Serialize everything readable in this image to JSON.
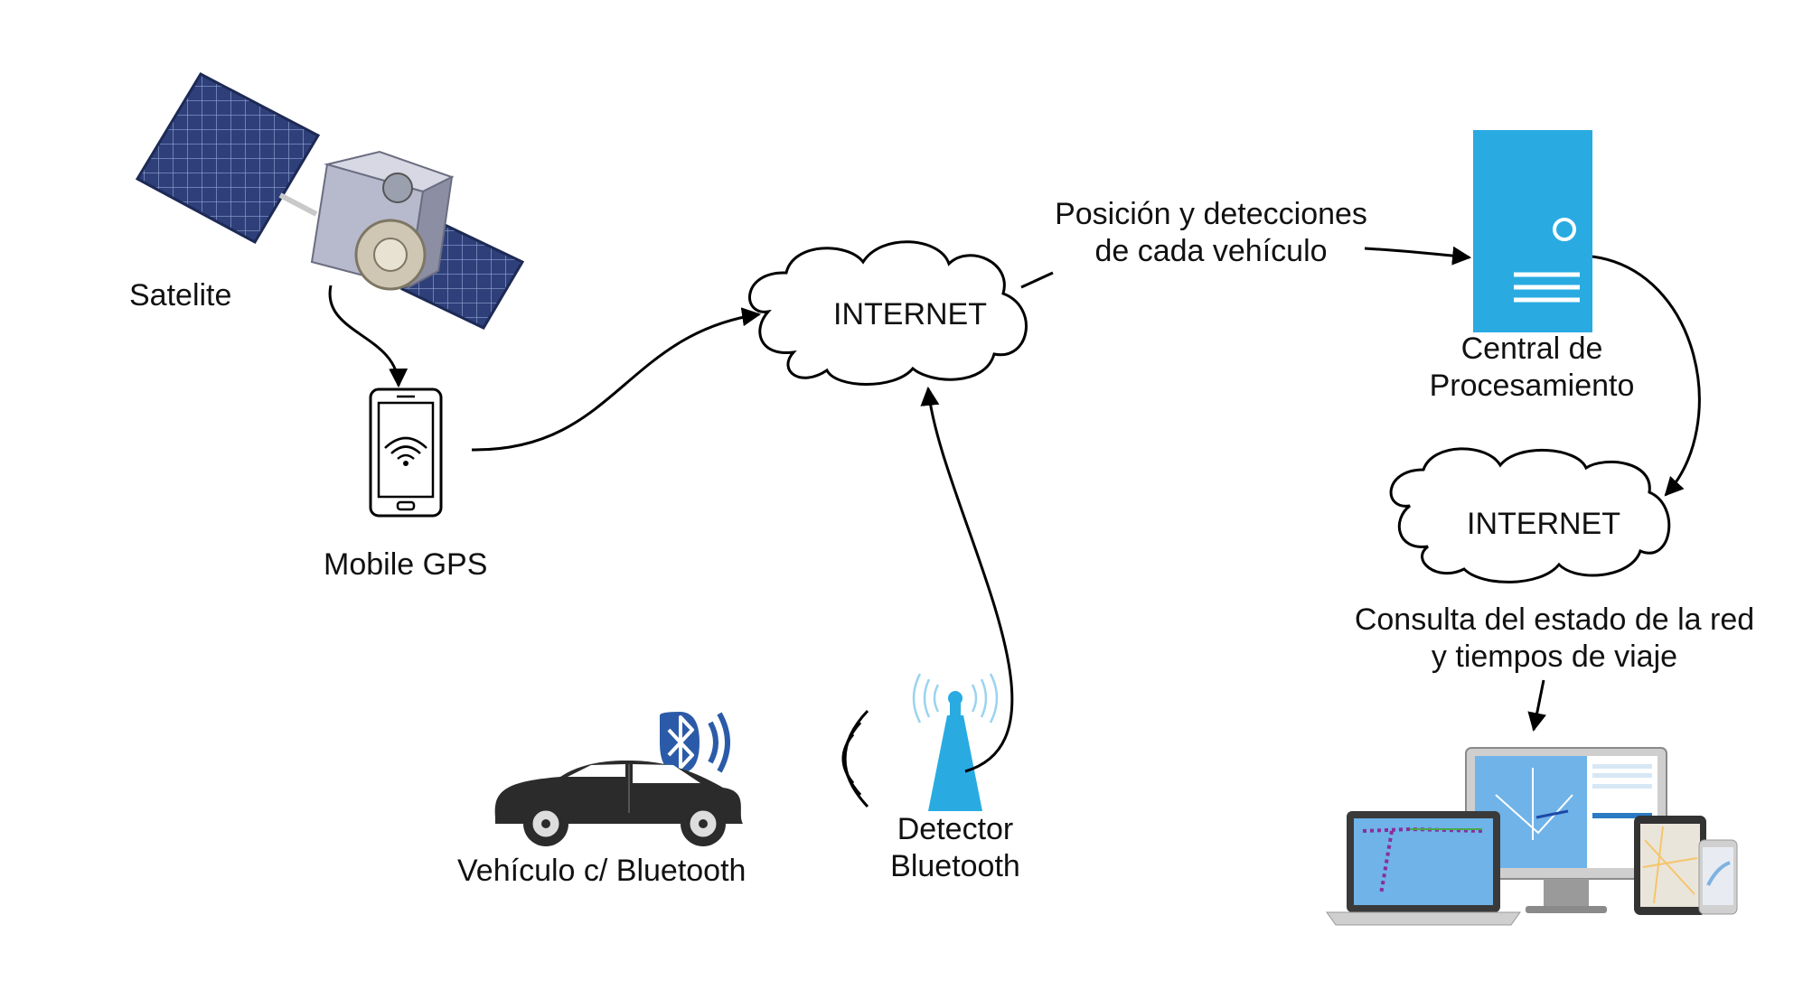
{
  "labels": {
    "satellite": "Satelite",
    "mobile_gps": "Mobile GPS",
    "internet_1": "INTERNET",
    "internet_2": "INTERNET",
    "position_line1": "Posición y detecciones",
    "position_line2": "de cada vehículo",
    "central_line1": "Central de",
    "central_line2": "Procesamiento",
    "query_line1": "Consulta del estado de la red",
    "query_line2": "y tiempos de viaje",
    "vehicle": "Vehículo c/ Bluetooth",
    "detector_line1": "Detector",
    "detector_line2": "Bluetooth"
  },
  "colors": {
    "server": "#29abe2",
    "antenna": "#29abe2",
    "bluetooth": "#2b5ba8",
    "car": "#2b2b2b",
    "solar_panel": "#2e3f7a",
    "arrow": "#000000"
  },
  "icons": [
    "satellite-icon",
    "smartphone-icon",
    "cloud-icon",
    "server-icon",
    "bluetooth-icon",
    "car-icon",
    "antenna-icon",
    "signal-waves-icon",
    "devices-icon"
  ]
}
